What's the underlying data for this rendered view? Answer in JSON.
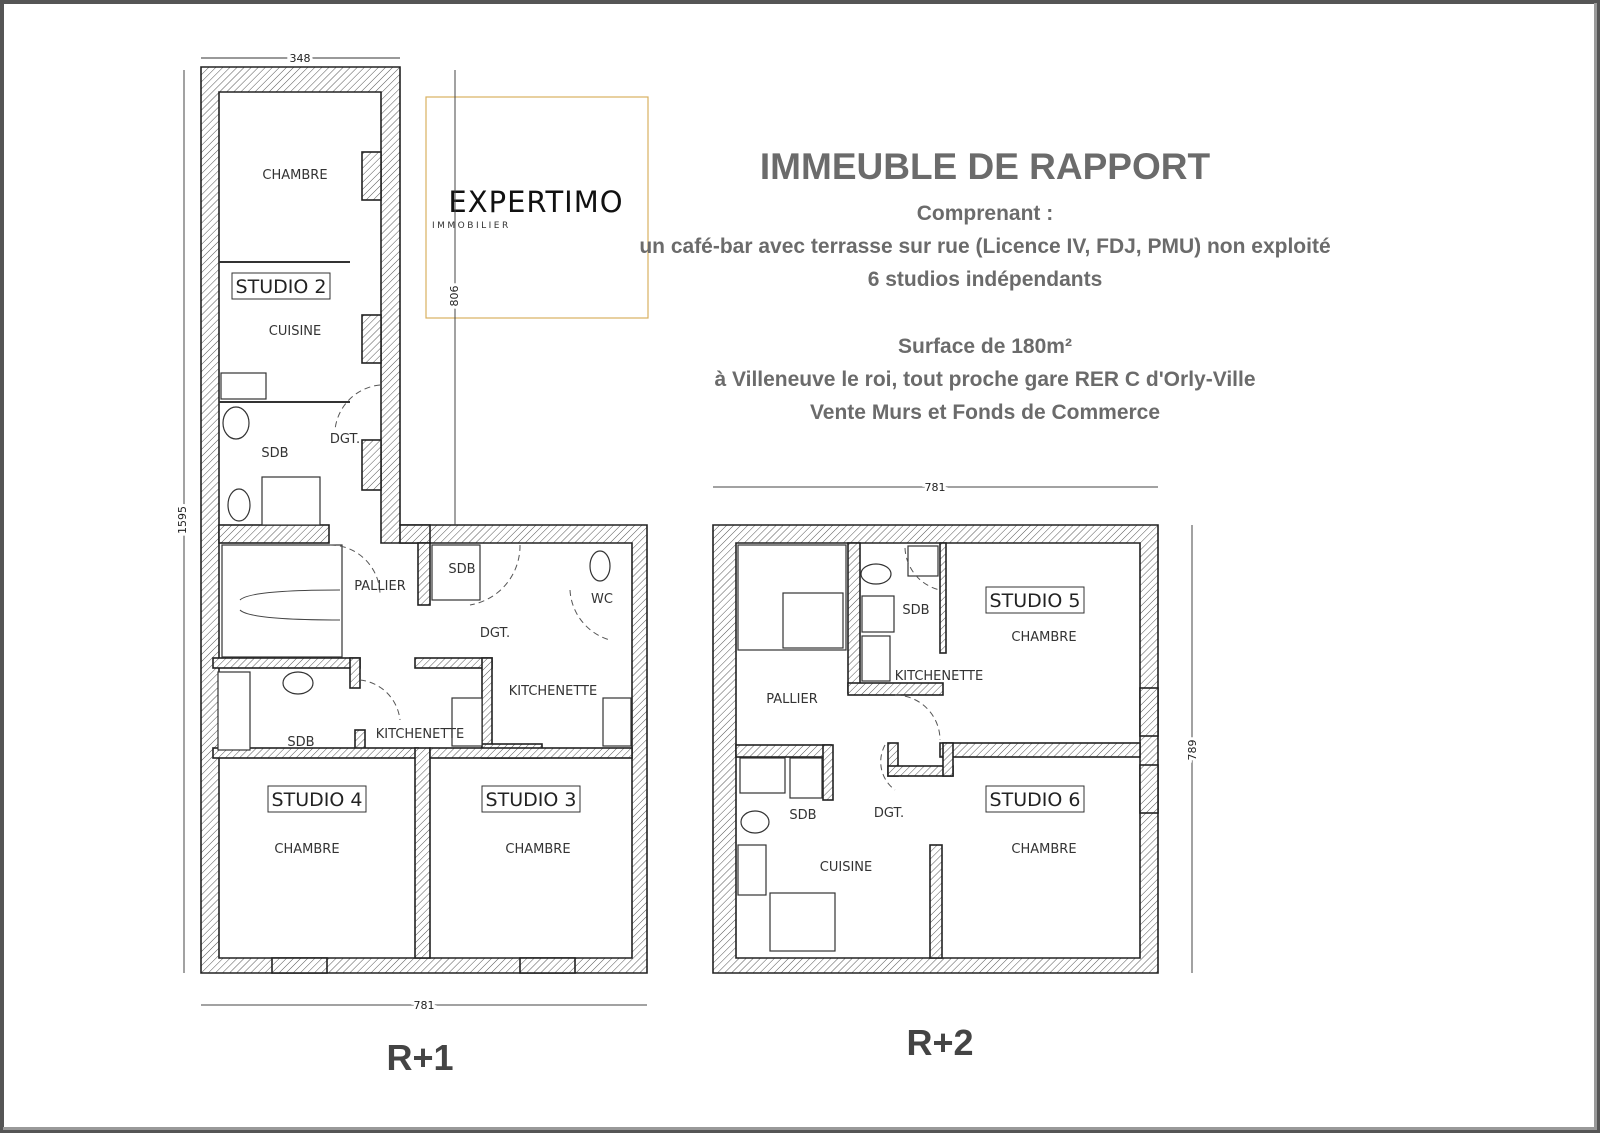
{
  "title": "IMMEUBLE DE RAPPORT",
  "subtitle": "Comprenant :",
  "details": [
    "un café-bar avec terrasse sur rue (Licence IV, FDJ, PMU) non exploité",
    "6 studios indépendants"
  ],
  "details2": [
    "Surface de 180m²",
    "à Villeneuve le roi, tout proche gare RER C d'Orly-Ville",
    "Vente Murs et Fonds de Commerce"
  ],
  "logo": {
    "name": "EXPERTIMO",
    "tagline": "IMMOBILIER",
    "accent": "#d4a640"
  },
  "plan_r1": {
    "level": "R+1",
    "dims": {
      "top": "348",
      "right_upper": "806",
      "left": "1595",
      "bottom": "781"
    },
    "rooms": {
      "chambre2": "CHAMBRE",
      "studio2": "STUDIO 2",
      "cuisine2": "CUISINE",
      "sdb2": "SDB",
      "dgt1": "DGT.",
      "pallier": "PALLIER",
      "sdb_mid": "SDB",
      "dgt2": "DGT.",
      "wc": "WC",
      "kitchenette3": "KITCHENETTE",
      "sdb4": "SDB",
      "kitchenette4": "KITCHENETTE",
      "studio4": "STUDIO 4",
      "chambre4": "CHAMBRE",
      "studio3": "STUDIO 3",
      "chambre3": "CHAMBRE"
    }
  },
  "plan_r2": {
    "level": "R+2",
    "dims": {
      "top": "781",
      "right": "789"
    },
    "rooms": {
      "studio5": "STUDIO 5",
      "chambre5": "CHAMBRE",
      "sdb5": "SDB",
      "kitchenette5": "KITCHENETTE",
      "pallier": "PALLIER",
      "sdb6": "SDB",
      "dgt": "DGT.",
      "cuisine6": "CUISINE",
      "studio6": "STUDIO 6",
      "chambre6": "CHAMBRE"
    }
  }
}
